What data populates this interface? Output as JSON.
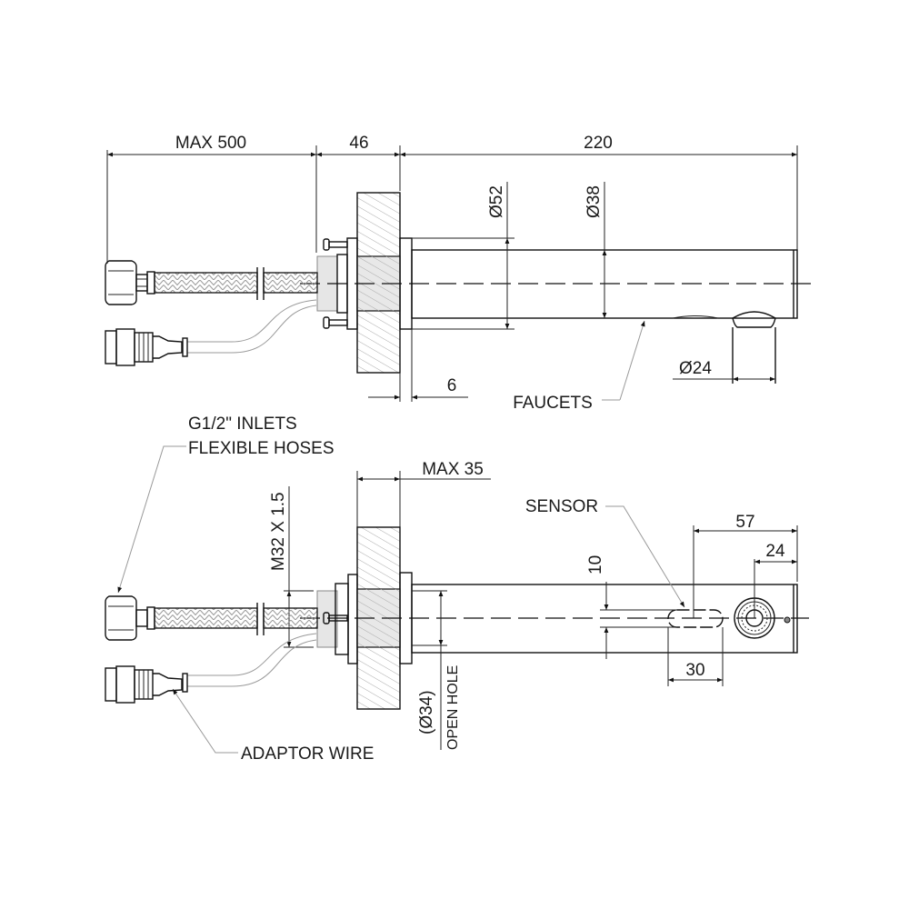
{
  "drawing": {
    "top_view": {
      "dim_max_500": "MAX 500",
      "dim_46": "46",
      "dim_220": "220",
      "dim_d52": "Ø52",
      "dim_d38": "Ø38",
      "dim_6": "6",
      "dim_d24": "Ø24",
      "label_faucets": "FAUCETS"
    },
    "bottom_view": {
      "label_inlets_line1": "G1/2\" INLETS",
      "label_inlets_line2": "FLEXIBLE  HOSES",
      "dim_max_35": "MAX 35",
      "dim_thread": "M32 X 1.5",
      "label_sensor": "SENSOR",
      "dim_57": "57",
      "dim_24": "24",
      "dim_10": "10",
      "dim_30": "30",
      "dim_d34": "(Ø34)",
      "label_open_hole": "OPEN HOLE",
      "label_adaptor_wire": "ADAPTOR WIRE"
    }
  }
}
